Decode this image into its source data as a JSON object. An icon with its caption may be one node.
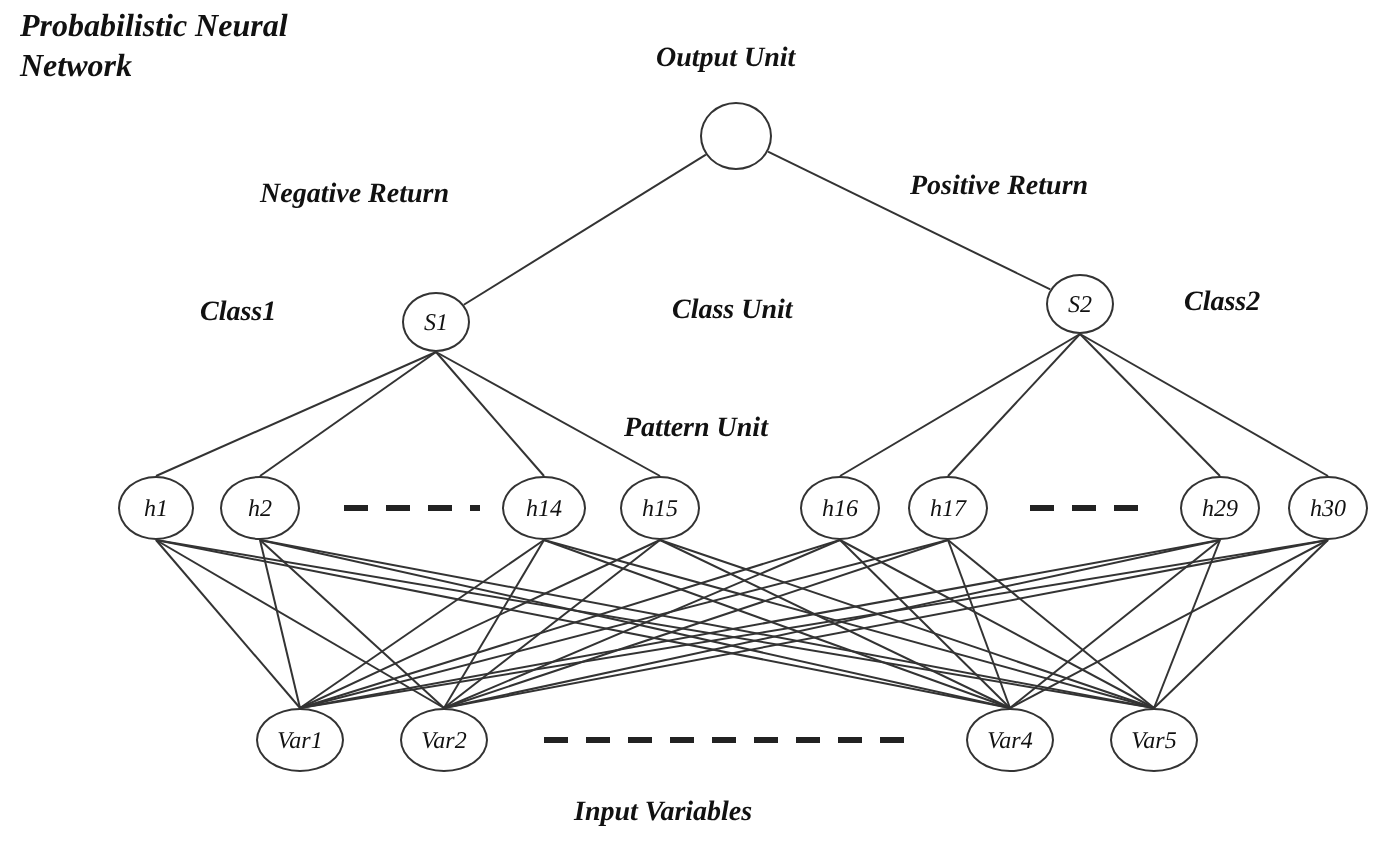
{
  "diagram": {
    "title": "Probabilistic Neural Network",
    "nodes": [
      {
        "text": [],
        "shape": "circle"
      },
      {
        "text": [
          "S1"
        ]
      },
      {
        "text": [
          "S2"
        ]
      },
      {
        "text": [
          "h1"
        ]
      },
      {
        "text": [
          "h2"
        ]
      },
      {
        "text": [
          "h14"
        ]
      },
      {
        "text": [
          "h15"
        ]
      },
      {
        "text": [
          "h16"
        ]
      },
      {
        "text": [
          "h17"
        ]
      },
      {
        "text": [
          "h29"
        ]
      },
      {
        "text": [
          "h30"
        ]
      },
      {
        "text": [
          "Var1"
        ]
      },
      {
        "text": [
          "Var2"
        ]
      },
      {
        "text": [
          "Var4"
        ]
      },
      {
        "text": [
          "Var5"
        ]
      }
    ],
    "edges": [
      {
        "from": 0,
        "to": 1,
        "arrow": "none",
        "label": "Negative Return"
      },
      {
        "from": 0,
        "to": 2,
        "arrow": "none",
        "label": "Positive Return"
      },
      {
        "from": 1,
        "to": 3,
        "arrow": "none"
      },
      {
        "from": 1,
        "to": 4,
        "arrow": "none"
      },
      {
        "from": 1,
        "to": 5,
        "arrow": "none"
      },
      {
        "from": 1,
        "to": 6,
        "arrow": "none"
      },
      {
        "from": 2,
        "to": 7,
        "arrow": "none"
      },
      {
        "from": 2,
        "to": 8,
        "arrow": "none"
      },
      {
        "from": 2,
        "to": 9,
        "arrow": "none"
      },
      {
        "from": 2,
        "to": 10,
        "arrow": "none"
      },
      {
        "from": 3,
        "to": 11,
        "arrow": "none"
      },
      {
        "from": 3,
        "to": 12,
        "arrow": "none"
      },
      {
        "from": 3,
        "to": 13,
        "arrow": "none"
      },
      {
        "from": 3,
        "to": 14,
        "arrow": "none"
      },
      {
        "from": 4,
        "to": 11,
        "arrow": "none"
      },
      {
        "from": 4,
        "to": 12,
        "arrow": "none"
      },
      {
        "from": 4,
        "to": 13,
        "arrow": "none"
      },
      {
        "from": 4,
        "to": 14,
        "arrow": "none"
      },
      {
        "from": 5,
        "to": 11,
        "arrow": "none"
      },
      {
        "from": 5,
        "to": 12,
        "arrow": "none"
      },
      {
        "from": 5,
        "to": 13,
        "arrow": "none"
      },
      {
        "from": 5,
        "to": 14,
        "arrow": "none"
      },
      {
        "from": 6,
        "to": 11,
        "arrow": "none"
      },
      {
        "from": 6,
        "to": 12,
        "arrow": "none"
      },
      {
        "from": 6,
        "to": 13,
        "arrow": "none"
      },
      {
        "from": 6,
        "to": 14,
        "arrow": "none"
      },
      {
        "from": 7,
        "to": 11,
        "arrow": "none"
      },
      {
        "from": 7,
        "to": 12,
        "arrow": "none"
      },
      {
        "from": 7,
        "to": 13,
        "arrow": "none"
      },
      {
        "from": 7,
        "to": 14,
        "arrow": "none"
      },
      {
        "from": 8,
        "to": 11,
        "arrow": "none"
      },
      {
        "from": 8,
        "to": 12,
        "arrow": "none"
      },
      {
        "from": 8,
        "to": 13,
        "arrow": "none"
      },
      {
        "from": 8,
        "to": 14,
        "arrow": "none"
      },
      {
        "from": 9,
        "to": 11,
        "arrow": "none"
      },
      {
        "from": 9,
        "to": 12,
        "arrow": "none"
      },
      {
        "from": 9,
        "to": 13,
        "arrow": "none"
      },
      {
        "from": 9,
        "to": 14,
        "arrow": "none"
      },
      {
        "from": 10,
        "to": 11,
        "arrow": "none"
      },
      {
        "from": 10,
        "to": 12,
        "arrow": "none"
      },
      {
        "from": 10,
        "to": 13,
        "arrow": "none"
      },
      {
        "from": 10,
        "to": 14,
        "arrow": "none"
      }
    ],
    "labels": [
      "Output Unit",
      "Class1",
      "Class Unit",
      "Class2",
      "Pattern Unit",
      "Input Variables"
    ]
  }
}
